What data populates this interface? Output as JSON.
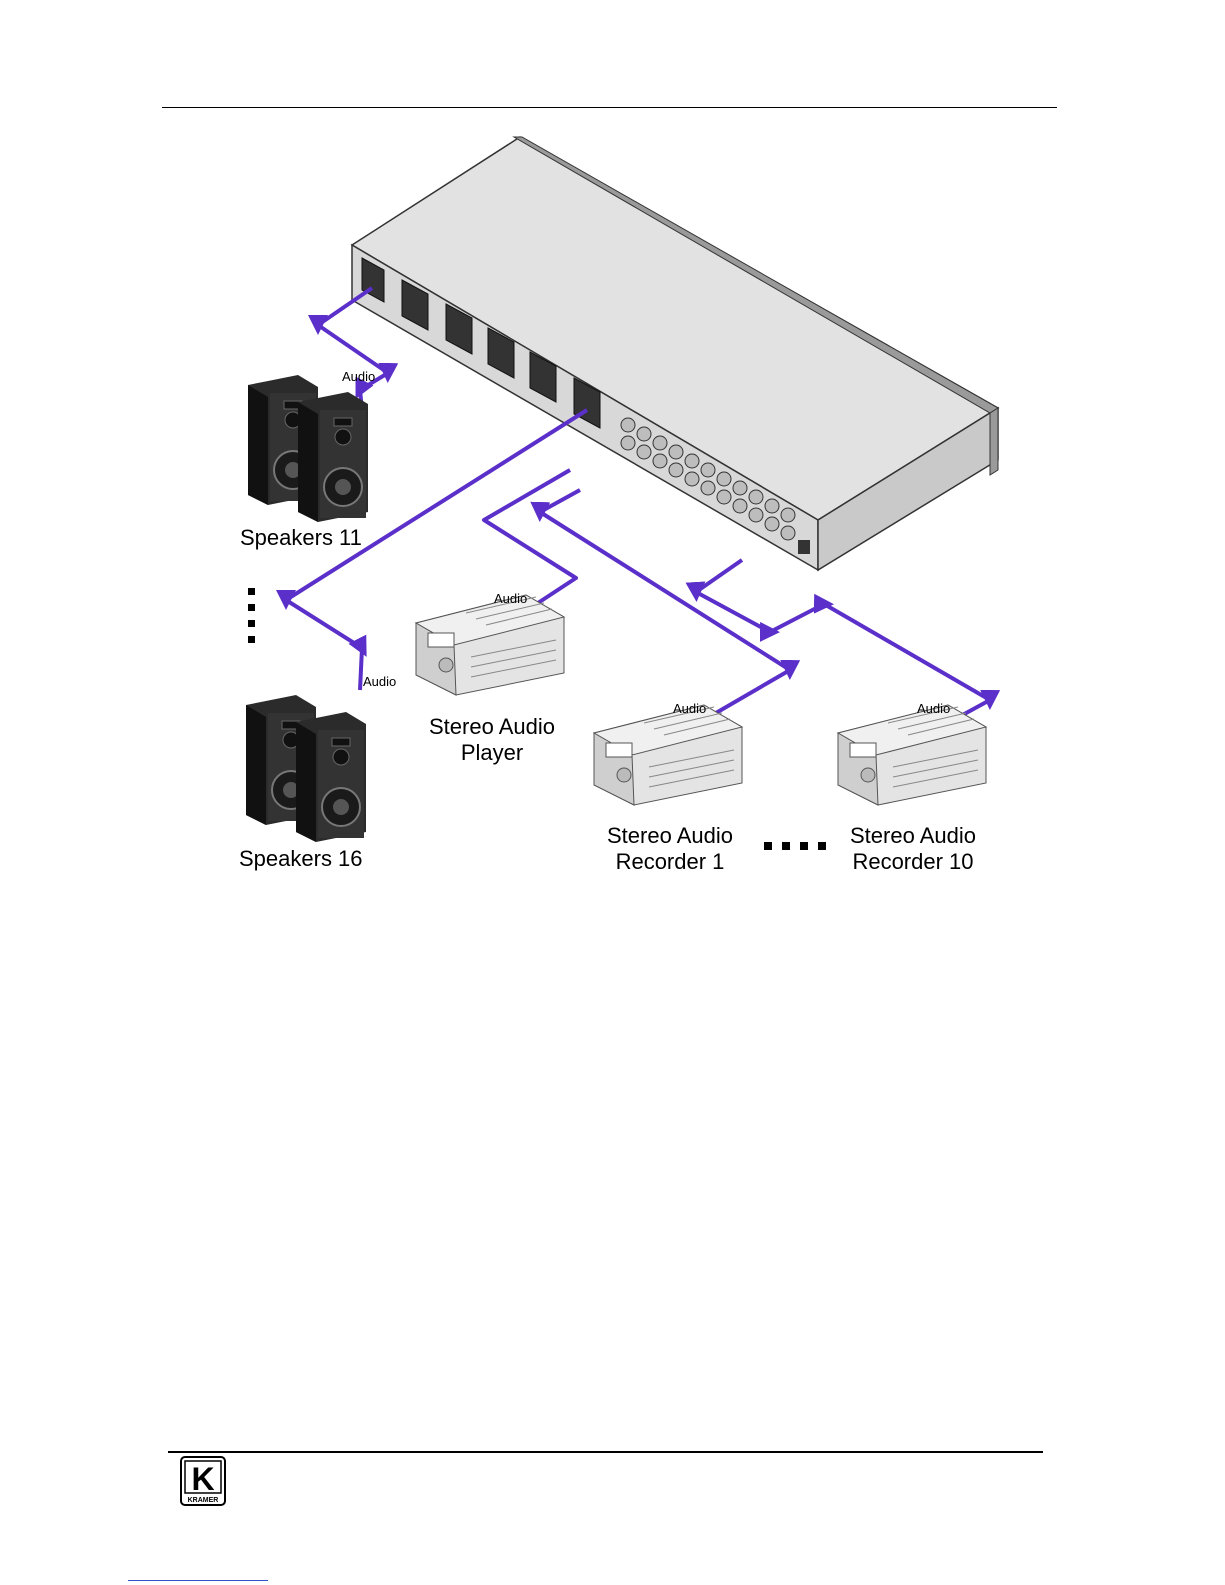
{
  "labels": {
    "speakers_11": "Speakers 11",
    "speakers_16": "Speakers 16",
    "player_line1": "Stereo Audio",
    "player_line2": "Player",
    "recorder1_line1": "Stereo Audio",
    "recorder1_line2": "Recorder 1",
    "recorder10_line1": "Stereo Audio",
    "recorder10_line2": "Recorder 10",
    "cable_audio": "Audio"
  },
  "logo": {
    "letter": "K",
    "wordmark": "KRAMER"
  },
  "colors": {
    "cable": "#5b2fc9",
    "chassis_top": "#e2e2e2",
    "chassis_front": "#d8d8d8",
    "rack_ear": "#9a9a9a"
  }
}
